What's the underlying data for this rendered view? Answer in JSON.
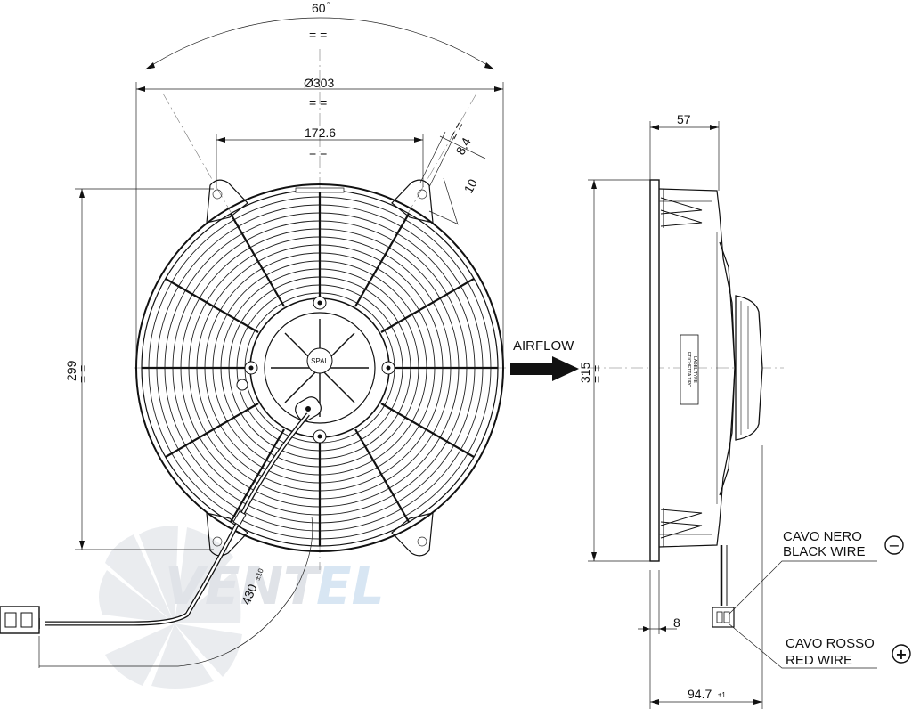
{
  "dimensions": {
    "angle": "60",
    "angle_deg": "°",
    "diameter": "Ø303",
    "hole_spacing": "172.6",
    "slot_width": "8.4",
    "slot_length": "10",
    "height_grille": "299",
    "height_total": "315",
    "depth_flange": "57",
    "flange_thickness": "8",
    "depth_total": "94.7",
    "depth_tol": "±1",
    "cable_length": "430",
    "cable_tol": "±10",
    "equal": "= ="
  },
  "labels": {
    "airflow": "AIRFLOW",
    "black_wire_it": "CAVO NERO",
    "black_wire_en": "BLACK WIRE",
    "red_wire_it": "CAVO ROSSO",
    "red_wire_en": "RED WIRE",
    "minus": "−",
    "plus": "+",
    "label_type_it": "ETICHETTA TIPO",
    "label_type_en": "LABEL TYPE",
    "brand_small": "SPAL"
  },
  "watermark": {
    "text_a": "VENT",
    "text_b": "EL",
    "color_a": "#c8cdd6",
    "color_b": "#b9d3ea"
  },
  "icons": [
    "fan-front-view",
    "fan-side-view",
    "airflow-arrow-icon",
    "connector-icon",
    "minus-circle-icon",
    "plus-circle-icon"
  ]
}
